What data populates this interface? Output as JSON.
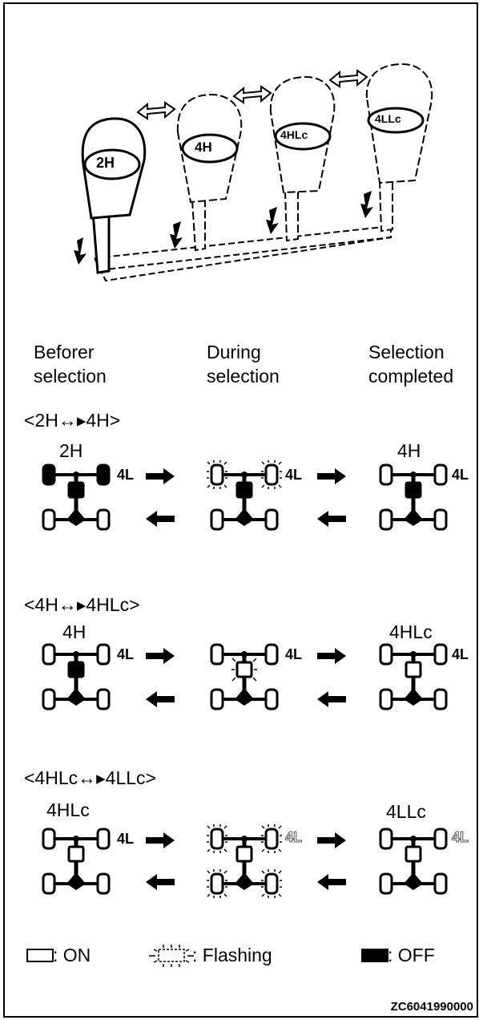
{
  "headers": {
    "before": "Beforer selection",
    "during": "During selection",
    "completed": "Selection completed"
  },
  "levers": [
    "2H",
    "4H",
    "4HLc",
    "4LLc"
  ],
  "rows": [
    {
      "title": "<2H↔▸4H>",
      "before_label": "2H",
      "after_label": "4H",
      "indicator": "4L"
    },
    {
      "title": "<4H↔▸4HLc>",
      "before_label": "4H",
      "after_label": "4HLc",
      "indicator": "4L"
    },
    {
      "title": "<4HLc↔▸4LLc>",
      "before_label": "4HLc",
      "after_label": "4LLc",
      "indicator": "4L"
    }
  ],
  "legend": {
    "on": ": ON",
    "flashing": ": Flashing",
    "off": ": OFF"
  },
  "figure_code": "ZC6041990000"
}
